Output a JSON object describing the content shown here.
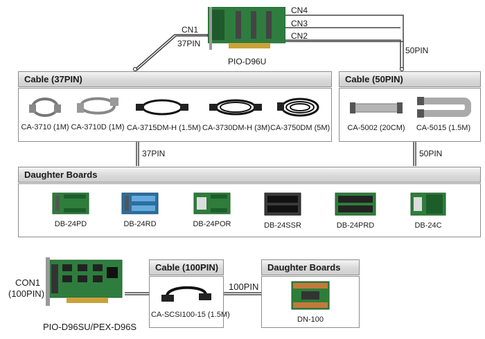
{
  "top_card": {
    "name": "PIO-D96U",
    "connectors": {
      "cn1": "CN1",
      "cn2": "CN2",
      "cn3": "CN3",
      "cn4": "CN4"
    },
    "pin_37": "37PIN",
    "pin_50": "50PIN"
  },
  "cable37": {
    "title": "Cable (37PIN)",
    "items": [
      {
        "caption": "CA-3710 (1M)",
        "icon": "gray-coiled-cable-icon"
      },
      {
        "caption": "CA-3710D (1M)",
        "icon": "gray-coiled-cable-icon"
      },
      {
        "caption": "CA-3715DM-H (1.5M)",
        "icon": "black-coiled-cable-icon"
      },
      {
        "caption": "CA-3730DM-H (3M)",
        "icon": "black-coiled-cable-icon"
      },
      {
        "caption": "CA-3750DM (5M)",
        "icon": "black-coiled-cable-icon"
      }
    ]
  },
  "cable50": {
    "title": "Cable (50PIN)",
    "items": [
      {
        "caption": "CA-5002 (20CM)",
        "icon": "ribbon-cable-icon"
      },
      {
        "caption": "CA-5015 (1.5M)",
        "icon": "ribbon-cable-icon"
      }
    ]
  },
  "link_37": "37PIN",
  "link_50": "50PIN",
  "daughter": {
    "title": "Daughter Boards",
    "items": [
      {
        "caption": "DB-24PD",
        "color": "#2f7d3a"
      },
      {
        "caption": "DB-24RD",
        "color": "#2a6f9e"
      },
      {
        "caption": "DB-24POR",
        "color": "#2f7d3a"
      },
      {
        "caption": "DB-24SSR",
        "color": "#3a3a3a"
      },
      {
        "caption": "DB-24PRD",
        "color": "#2f7d3a"
      },
      {
        "caption": "DB-24C",
        "color": "#2f7d3a"
      }
    ]
  },
  "bottom": {
    "card_name": "PIO-D96SU/PEX-D96S",
    "con_label": "CON1",
    "con_pin": "(100PIN)",
    "cable_title": "Cable (100PIN)",
    "cable_caption": "CA-SCSI100-15 (1.5M)",
    "link_pin": "100PIN",
    "db_title": "Daughter Boards",
    "db_caption": "DN-100"
  },
  "colors": {
    "pcb": "#2e7d3e",
    "pcb_dark": "#1f5a2c",
    "gold": "#c9a23a",
    "bar": "#d9d9d9"
  }
}
